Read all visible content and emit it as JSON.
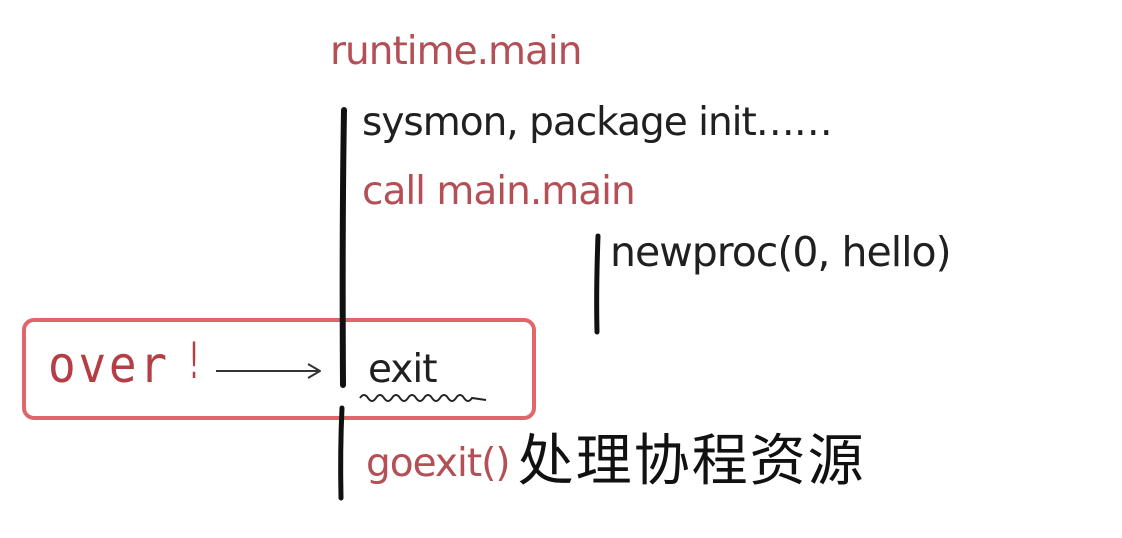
{
  "diagram": {
    "title": "runtime.main",
    "steps": {
      "sysmon": "sysmon, package init……",
      "call_main": "call main.main",
      "newproc": "newproc(0, hello)",
      "exit": "exit",
      "goexit": "goexit()",
      "goexit_note": "处理协程资源"
    },
    "annotation": {
      "word": "over",
      "mark": "!"
    },
    "colors": {
      "red_text": "#b44f56",
      "dark_text": "#202020",
      "box_border": "#e0666b",
      "line": "#111111"
    }
  }
}
